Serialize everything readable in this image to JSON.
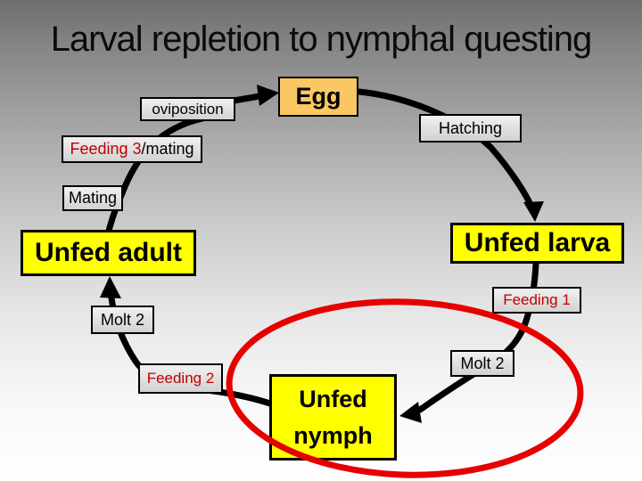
{
  "slide": {
    "title": "Larval repletion to nymphal questing"
  },
  "cycle": {
    "oviposition": "oviposition",
    "egg": "Egg",
    "hatching": "Hatching",
    "feeding3": "Feeding 3",
    "feeding3_suffix": "/mating",
    "mating": "Mating",
    "unfed_adult": "Unfed adult",
    "molt2_left": "Molt 2",
    "feeding2": "Feeding 2",
    "unfed_nymph_line1": "Unfed",
    "unfed_nymph_line2": "nymph",
    "molt2_right": "Molt 2",
    "feeding1": "Feeding 1",
    "unfed_larva": "Unfed larva"
  },
  "colors": {
    "stage_box": "#FFFF00",
    "egg_box": "#FBC762",
    "gray_box": "#E3E3E3",
    "feeding_text": "#C00000",
    "highlight_ellipse": "#E60000",
    "arrow": "#000000"
  }
}
